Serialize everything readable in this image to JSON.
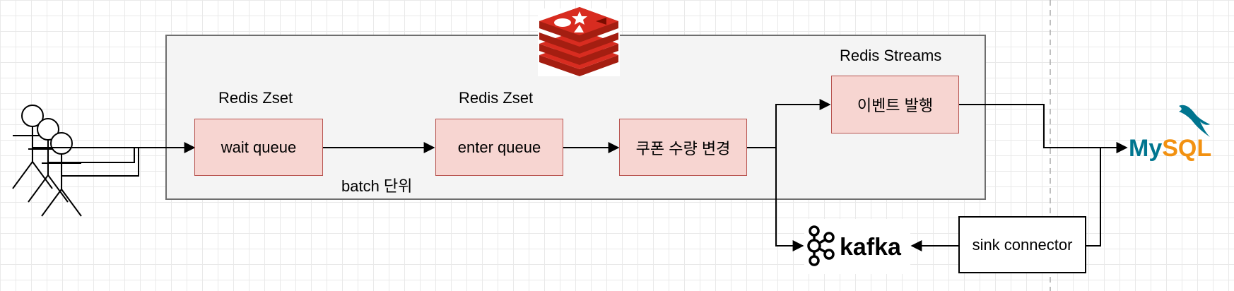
{
  "nodes": {
    "wait_queue": "wait queue",
    "enter_queue": "enter queue",
    "coupon_update": "쿠폰 수량 변경",
    "event_publish": "이벤트 발행",
    "sink_connector": "sink connector"
  },
  "labels": {
    "zset_1": "Redis Zset",
    "zset_2": "Redis Zset",
    "streams": "Redis Streams",
    "batch": "batch 단위"
  },
  "logos": {
    "kafka": "kafka",
    "mysql_my": "My",
    "mysql_sql": "SQL"
  },
  "colors": {
    "node_fill": "#f7d5d1",
    "node_border": "#b85450",
    "redis_red": "#d82c20",
    "mysql_blue": "#00758f",
    "mysql_orange": "#f29111"
  },
  "icons": [
    "redis-logo-icon",
    "user-group-icon",
    "kafka-logo-icon",
    "mysql-logo-icon"
  ]
}
